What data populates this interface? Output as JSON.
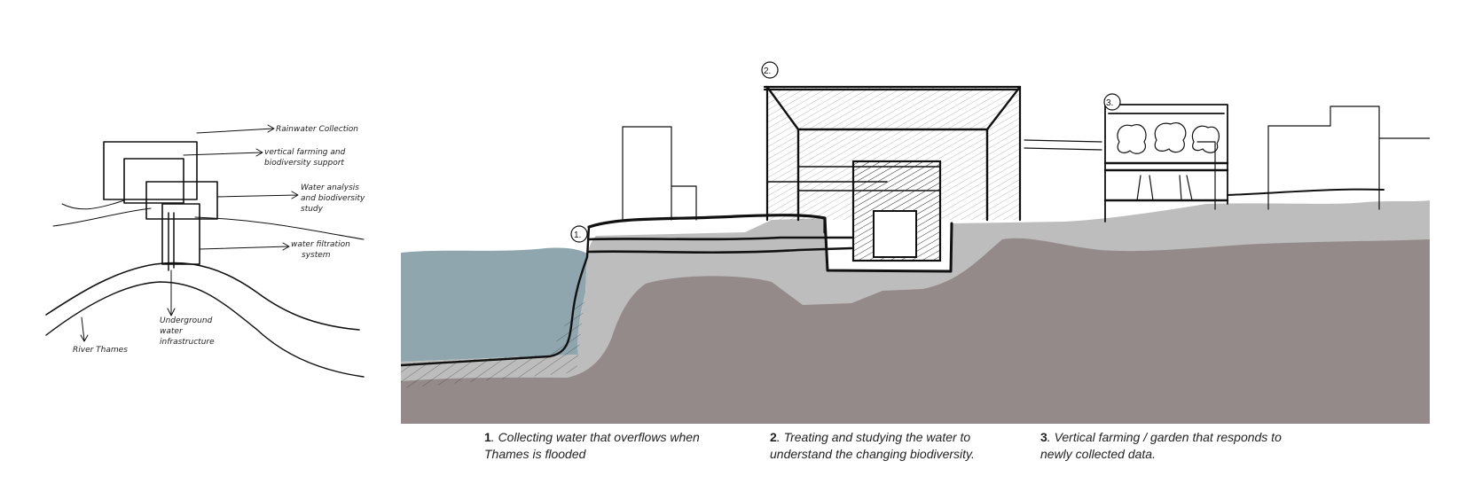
{
  "concept_sketch": {
    "annotations": [
      {
        "id": "rainwater",
        "text": "Rainwater Collection"
      },
      {
        "id": "vertical",
        "text": "vertical farming and biodiversity support"
      },
      {
        "id": "analysis",
        "text": "Water analysis and biodiversity study"
      },
      {
        "id": "filtration",
        "text": "water filtration system"
      },
      {
        "id": "river",
        "text": "River Thames"
      },
      {
        "id": "underground",
        "text": "Underground water infrastructure"
      }
    ]
  },
  "section": {
    "markers": [
      "1.",
      "2.",
      "3."
    ],
    "colors": {
      "water": "#8fa6ae",
      "light_ground": "#bdbdbd",
      "dark_ground": "#958a8a"
    }
  },
  "captions": [
    {
      "number": "1",
      "text": ". Collecting water that overflows when Thames is flooded"
    },
    {
      "number": "2",
      "text": ". Treating and studying the water to understand the changing biodiversity."
    },
    {
      "number": "3",
      "text": ". Vertical farming / garden that responds to newly collected data."
    }
  ]
}
